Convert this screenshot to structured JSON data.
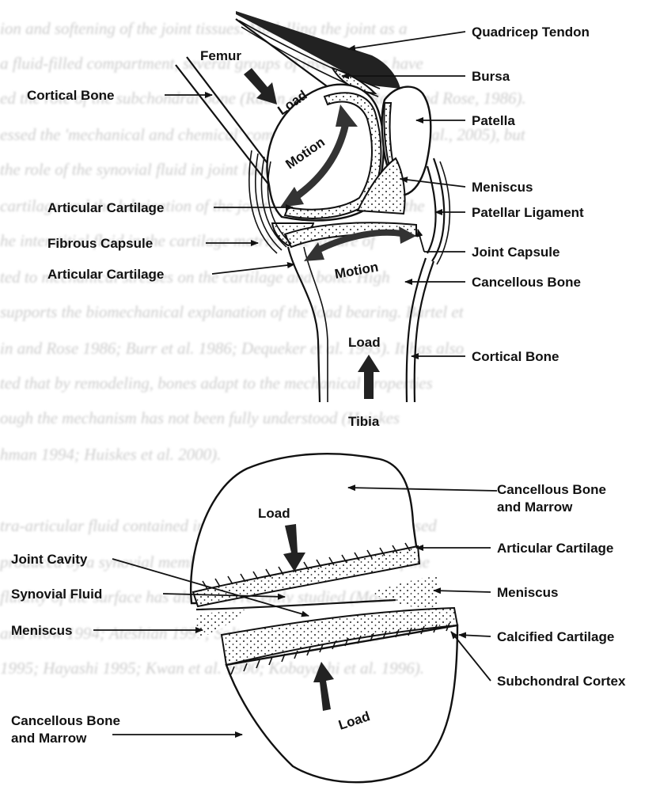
{
  "background_text": [
    "ion and softening of the joint tissues. Modelling the joint as a",
    "a fluid-filled compartment, several groups of investigators have",
    "ed the role of the subchondral bone (Radin et al. 1970; Radin and Rose, 1986).",
    "essed the 'mechanical and chemical' components of OA (Mow et al., 2005), but",
    "the role of the synovial fluid in joint lubrication and nutrition",
    "cartilage and the lubrication of the joint surfaces depend on the",
    "he interstitial fluid in the cartilage matrix. The failure of",
    "ted to mechanical stresses on the cartilage and bone. High",
    "supports the biomechanical explanation of the load bearing. Bartel et",
    "in and Rose 1986; Burr et al. 1986; Dequeker et al. 1993). It has also",
    "ted that by remodeling, bones adapt to the mechanical properties",
    "ough the mechanism has not been fully understood (Huiskes",
    "hman 1994; Huiskes et al. 2000).",
    "",
    "tra-articular fluid contained in the joint cavity, which is supposed",
    "produced by a synovial membrane lining the inner surface of the",
    "fluidity of the surface has also been recently studied (Mow",
    "and Mow 1994; Ateshian 1997; Soltz and Ateshian 2000).",
    "1995; Hayashi 1995; Kwan et al. 1990; Kobayashi et al. 1996)."
  ],
  "top_diagram": {
    "labels": {
      "femur": "Femur",
      "load_top": "Load",
      "motion_upper": "Motion",
      "motion_lower": "Motion",
      "load_bottom": "Load",
      "tibia": "Tibia",
      "quadricep_tendon": "Quadricep Tendon",
      "bursa": "Bursa",
      "cortical_bone_left": "Cortical Bone",
      "patella": "Patella",
      "meniscus": "Meniscus",
      "articular_cartilage_upper": "Articular Cartilage",
      "patellar_ligament": "Patellar Ligament",
      "fibrous_capsule": "Fibrous Capsule",
      "joint_capsule": "Joint Capsule",
      "articular_cartilage_lower": "Articular Cartilage",
      "cancellous_bone": "Cancellous Bone",
      "cortical_bone_right": "Cortical Bone"
    }
  },
  "bottom_diagram": {
    "labels": {
      "load_top": "Load",
      "load_bottom": "Load",
      "cancellous_bone_marrow_right_1": "Cancellous Bone",
      "cancellous_bone_marrow_right_2": "and Marrow",
      "joint_cavity": "Joint Cavity",
      "articular_cartilage": "Articular Cartilage",
      "meniscus_right": "Meniscus",
      "synovial_fluid": "Synovial Fluid",
      "calcified_cartilage": "Calcified Cartilage",
      "meniscus_left": "Meniscus",
      "subchondral_cortex": "Subchondral Cortex",
      "cancellous_bone_marrow_left_1": "Cancellous Bone",
      "cancellous_bone_marrow_left_2": "and Marrow"
    }
  }
}
